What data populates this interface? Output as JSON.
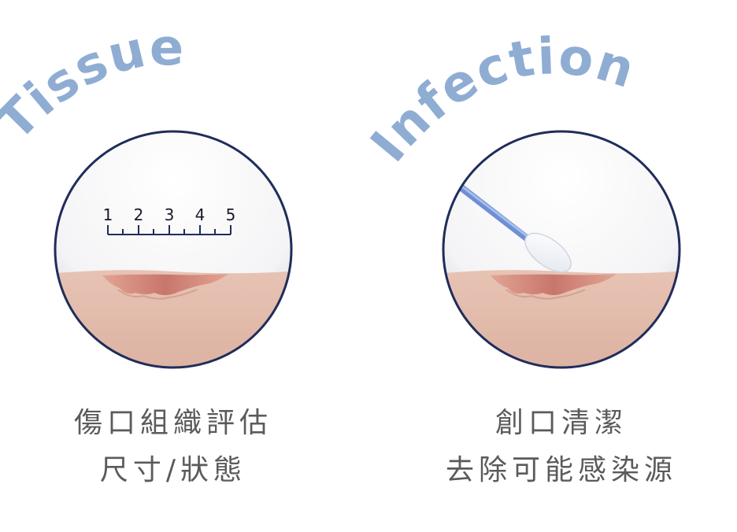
{
  "colors": {
    "arc_title": "#8fadd3",
    "circle_border": "#1f2d5a",
    "skin": "#e3b8a6",
    "wound": "#c98075",
    "swab_stick": "#6d8fd6",
    "caption_text": "#5b5b5b"
  },
  "left_panel": {
    "arc_title": "Tissue",
    "ruler_numbers": [
      "1",
      "2",
      "3",
      "4",
      "5"
    ],
    "caption_line1": "傷口組織評估",
    "caption_line2": "尺寸/狀態"
  },
  "right_panel": {
    "arc_title": "Infection",
    "tool_icon": "cotton-swab-icon",
    "caption_line1": "創口清潔",
    "caption_line2": "去除可能感染源"
  }
}
